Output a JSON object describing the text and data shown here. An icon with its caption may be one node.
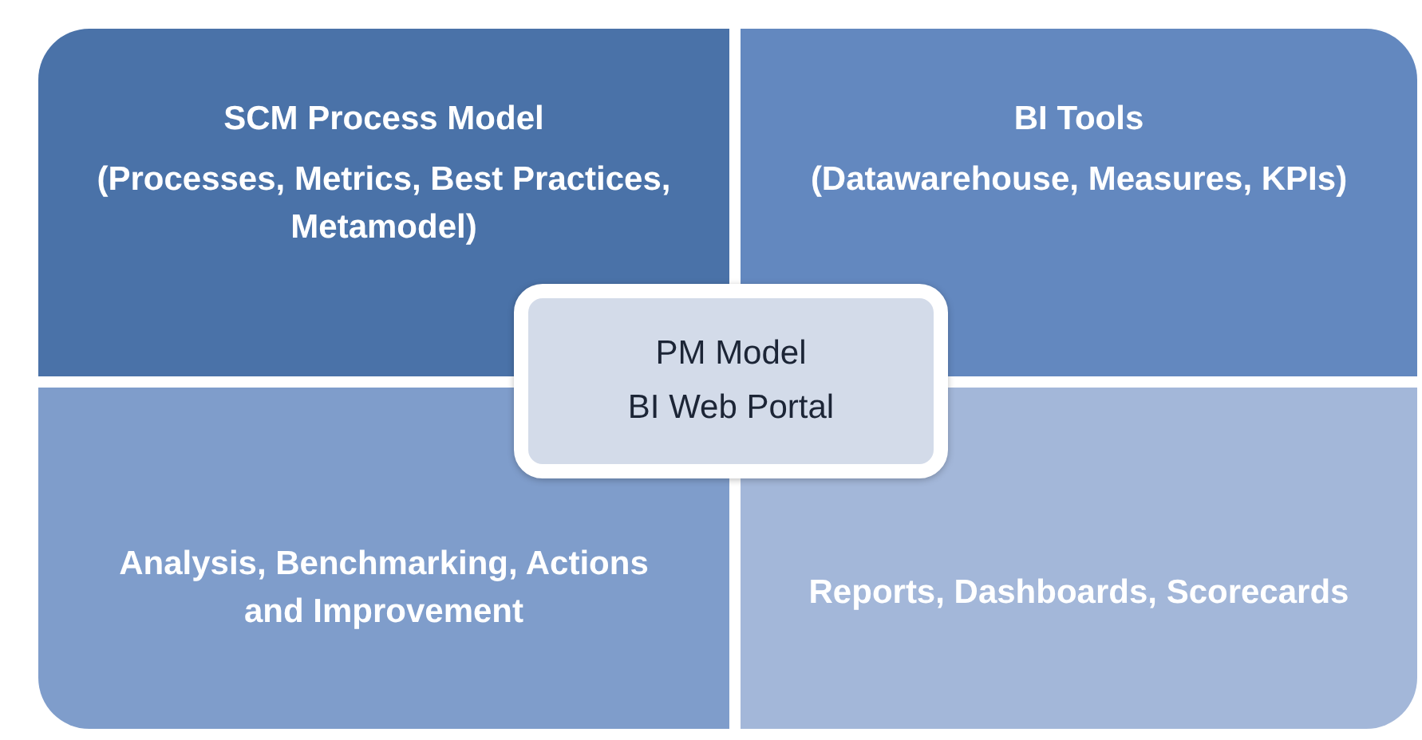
{
  "diagram": {
    "nodes": [
      {
        "text": [
          "SCM Process Model",
          "(Processes, Metrics, Best Practices, Metamodel)"
        ]
      },
      {
        "text": [
          "BI Tools",
          "(Datawarehouse, Measures, KPIs)"
        ]
      },
      {
        "text": [
          "PM Model",
          "BI Web Portal"
        ]
      },
      {
        "text": [
          "Analysis, Benchmarking, Actions and Improvement"
        ]
      },
      {
        "text": [
          "Reports, Dashboards, Scorecards"
        ]
      }
    ]
  }
}
